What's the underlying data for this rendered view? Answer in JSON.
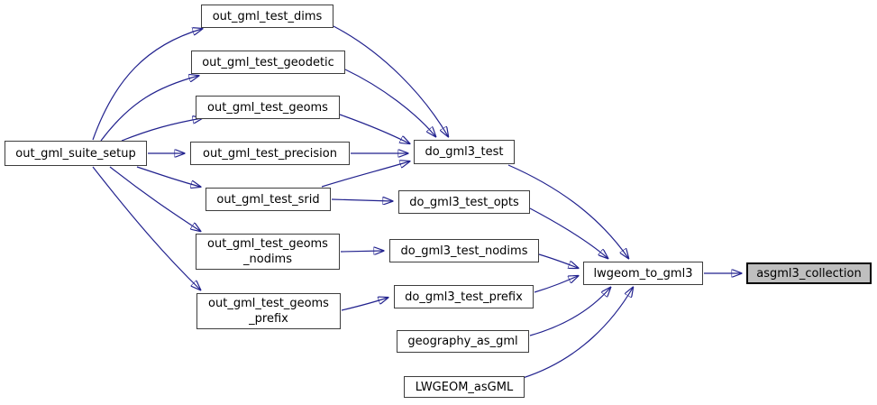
{
  "diagram": {
    "kind": "call-graph",
    "edge_color": "#22228e",
    "node_border_color": "#3d3d3d",
    "node_fill": "#ffffff",
    "highlight_node_fill": "#bfbfbf",
    "highlight_node_border": "#000000",
    "nodes": {
      "out_gml_suite_setup": {
        "label": "out_gml_suite_setup"
      },
      "out_gml_test_dims": {
        "label": "out_gml_test_dims"
      },
      "out_gml_test_geodetic": {
        "label": "out_gml_test_geodetic"
      },
      "out_gml_test_geoms": {
        "label": "out_gml_test_geoms"
      },
      "out_gml_test_precision": {
        "label": "out_gml_test_precision"
      },
      "out_gml_test_srid": {
        "label": "out_gml_test_srid"
      },
      "out_gml_test_geoms_nodims": {
        "label": "out_gml_test_geoms\n_nodims"
      },
      "out_gml_test_geoms_prefix": {
        "label": "out_gml_test_geoms\n_prefix"
      },
      "do_gml3_test": {
        "label": "do_gml3_test"
      },
      "do_gml3_test_opts": {
        "label": "do_gml3_test_opts"
      },
      "do_gml3_test_nodims": {
        "label": "do_gml3_test_nodims"
      },
      "do_gml3_test_prefix": {
        "label": "do_gml3_test_prefix"
      },
      "geography_as_gml": {
        "label": "geography_as_gml"
      },
      "LWGEOM_asGML": {
        "label": "LWGEOM_asGML"
      },
      "lwgeom_to_gml3": {
        "label": "lwgeom_to_gml3"
      },
      "asgml3_collection": {
        "label": "asgml3_collection",
        "highlighted": true
      }
    },
    "edges": [
      {
        "from": "out_gml_suite_setup",
        "to": "out_gml_test_dims"
      },
      {
        "from": "out_gml_suite_setup",
        "to": "out_gml_test_geodetic"
      },
      {
        "from": "out_gml_suite_setup",
        "to": "out_gml_test_geoms"
      },
      {
        "from": "out_gml_suite_setup",
        "to": "out_gml_test_precision"
      },
      {
        "from": "out_gml_suite_setup",
        "to": "out_gml_test_srid"
      },
      {
        "from": "out_gml_suite_setup",
        "to": "out_gml_test_geoms_nodims"
      },
      {
        "from": "out_gml_suite_setup",
        "to": "out_gml_test_geoms_prefix"
      },
      {
        "from": "out_gml_test_dims",
        "to": "do_gml3_test"
      },
      {
        "from": "out_gml_test_geodetic",
        "to": "do_gml3_test"
      },
      {
        "from": "out_gml_test_geoms",
        "to": "do_gml3_test"
      },
      {
        "from": "out_gml_test_precision",
        "to": "do_gml3_test"
      },
      {
        "from": "out_gml_test_srid",
        "to": "do_gml3_test"
      },
      {
        "from": "out_gml_test_srid",
        "to": "do_gml3_test_opts"
      },
      {
        "from": "out_gml_test_geoms_nodims",
        "to": "do_gml3_test_nodims"
      },
      {
        "from": "out_gml_test_geoms_prefix",
        "to": "do_gml3_test_prefix"
      },
      {
        "from": "do_gml3_test",
        "to": "lwgeom_to_gml3"
      },
      {
        "from": "do_gml3_test_opts",
        "to": "lwgeom_to_gml3"
      },
      {
        "from": "do_gml3_test_nodims",
        "to": "lwgeom_to_gml3"
      },
      {
        "from": "do_gml3_test_prefix",
        "to": "lwgeom_to_gml3"
      },
      {
        "from": "geography_as_gml",
        "to": "lwgeom_to_gml3"
      },
      {
        "from": "LWGEOM_asGML",
        "to": "lwgeom_to_gml3"
      },
      {
        "from": "lwgeom_to_gml3",
        "to": "asgml3_collection"
      }
    ]
  }
}
